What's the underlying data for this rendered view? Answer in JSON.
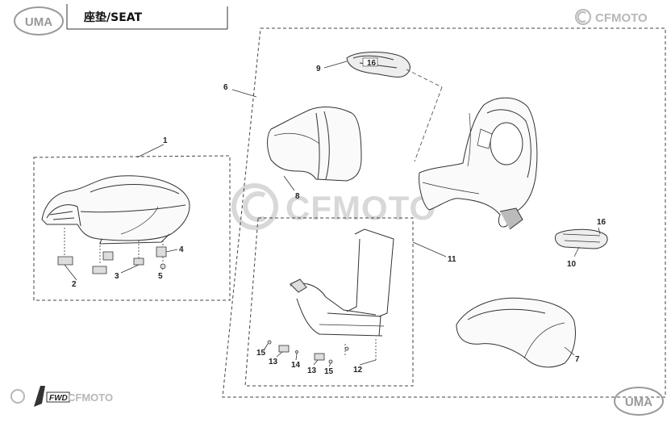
{
  "header": {
    "logo_text": "UMA",
    "title": "座垫/SEAT",
    "brand": "CFMOTO"
  },
  "watermark": {
    "text": "CFMOTO"
  },
  "footer": {
    "fwd_label": "FWD",
    "brand": "CFMOTO",
    "logo_text": "UMA"
  },
  "callouts": {
    "c1": "1",
    "c2": "2",
    "c3": "3",
    "c4": "4",
    "c5": "5",
    "c6": "6",
    "c7": "7",
    "c8": "8",
    "c9": "9",
    "c10": "10",
    "c11": "11",
    "c12": "12",
    "c13a": "13",
    "c13b": "13",
    "c14": "14",
    "c15a": "15",
    "c15b": "15",
    "c16a": "16",
    "c16b": "16"
  },
  "colors": {
    "line": "#333333",
    "dash": "#444444",
    "watermark": "#d4d4d4"
  }
}
